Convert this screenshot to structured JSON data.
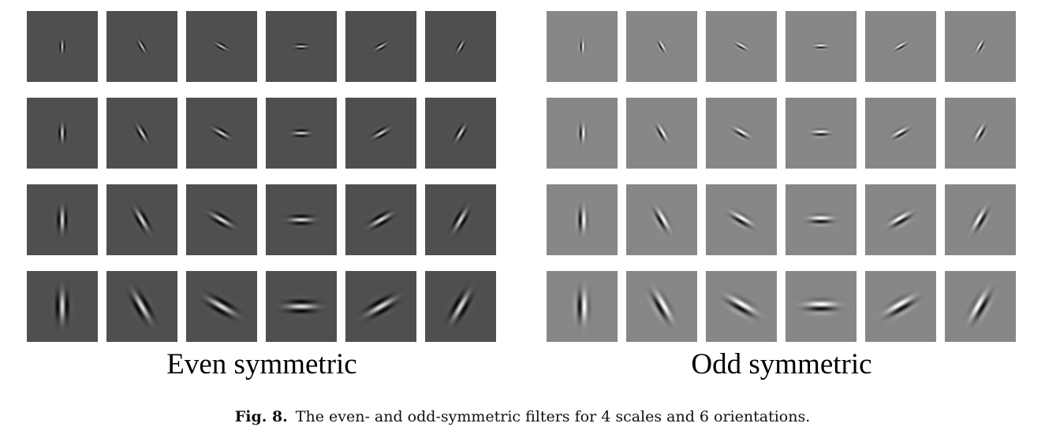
{
  "figure": {
    "panels": [
      {
        "id": "even",
        "label": "Even symmetric",
        "kind": "even",
        "background": "#4f4f4f"
      },
      {
        "id": "odd",
        "label": "Odd symmetric",
        "kind": "odd",
        "background": "#878787"
      }
    ],
    "scales": 4,
    "orientations_deg": [
      0,
      30,
      60,
      90,
      120,
      150
    ],
    "caption": {
      "label": "Fig. 8.",
      "text": "The even- and odd-symmetric filters for 4 scales and 6 orientations."
    }
  }
}
